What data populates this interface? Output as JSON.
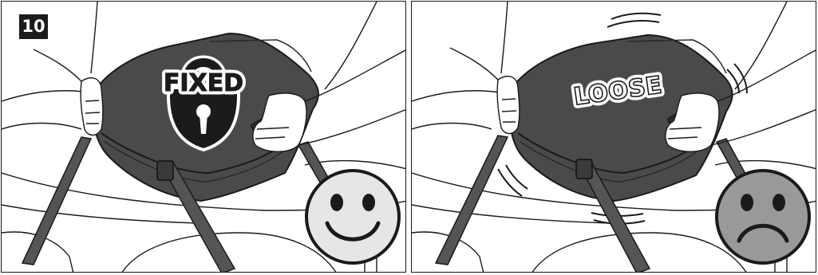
{
  "step": {
    "number": "10"
  },
  "panels": [
    {
      "state_label": "FIXED",
      "icon": "padlock-icon",
      "face": "smiley-face-icon"
    },
    {
      "state_label": "LOOSE",
      "icon": "vibration-lines",
      "face": "sad-face-icon"
    }
  ],
  "colors": {
    "bag": "#4a4a4a",
    "bag_dark": "#2f2f2f",
    "strap": "#555555",
    "face_fill": "#e6e6e6",
    "sad_face_fill": "#999999",
    "line": "#1a1a1a"
  }
}
